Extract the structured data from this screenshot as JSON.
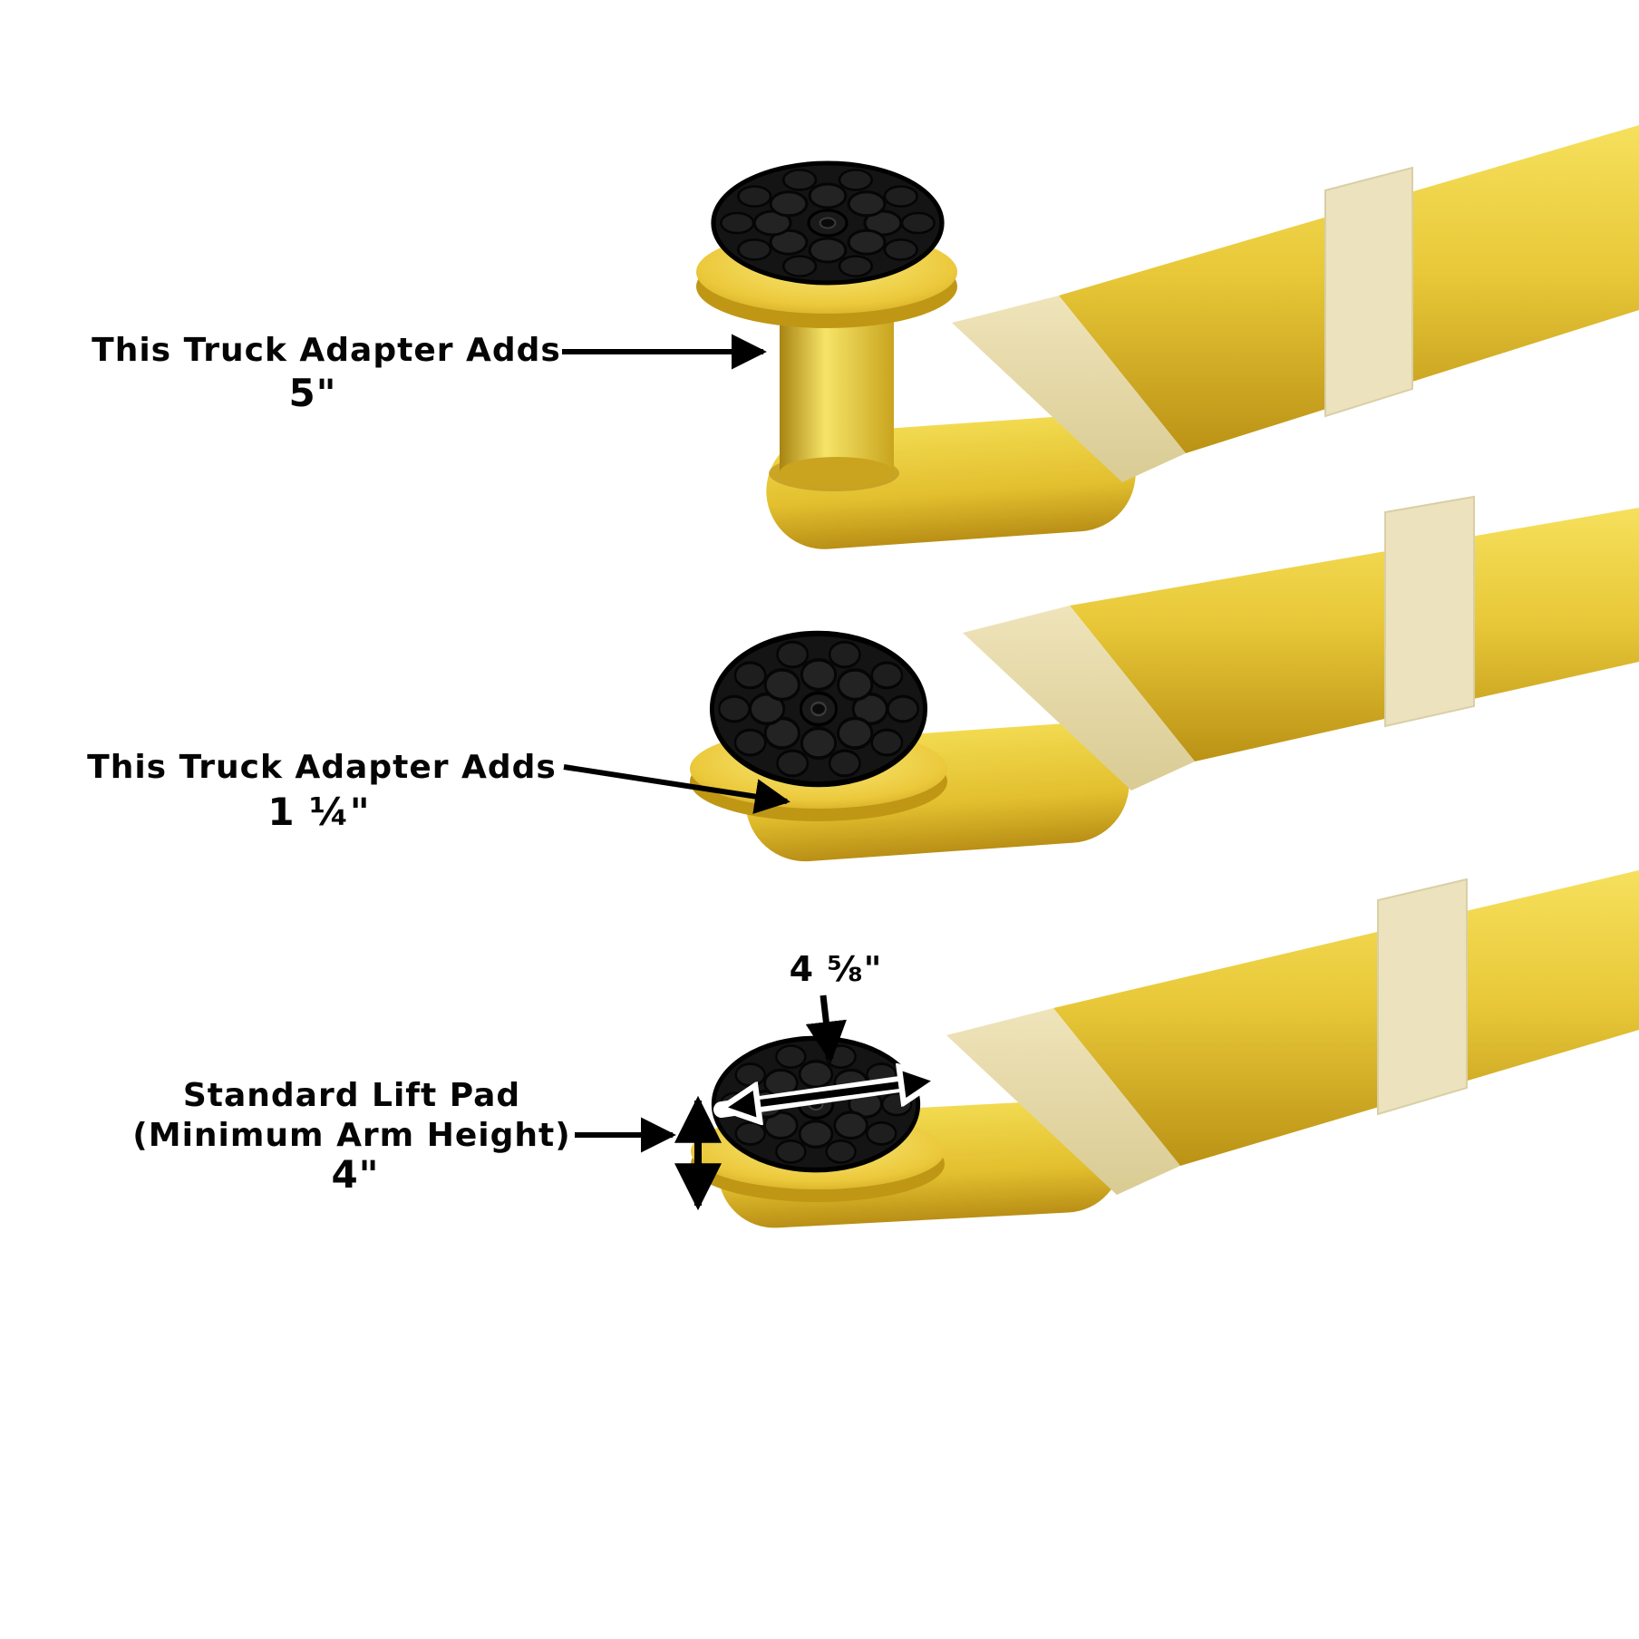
{
  "title": "Two-post lift truck adapter height diagram",
  "labels": {
    "adapter_5": {
      "line1": "This Truck Adapter Adds",
      "value": "5\""
    },
    "adapter_1_25": {
      "line1": "This Truck Adapter Adds",
      "value": "1 ¼\""
    },
    "standard_pad": {
      "line1": "Standard Lift Pad",
      "line2": "(Minimum Arm Height)",
      "value": "4\""
    },
    "pad_diameter": {
      "value": "4 ⅝\""
    }
  },
  "colors": {
    "background": "#ffffff",
    "arm_yellow": "#e8c838",
    "arm_highlight": "#f6e05c",
    "arm_shadow": "#bb9215",
    "cut_face": "#e8dcae",
    "sleeve": "#ece2bd",
    "pad_black": "#141414",
    "annotation": "#000000"
  }
}
